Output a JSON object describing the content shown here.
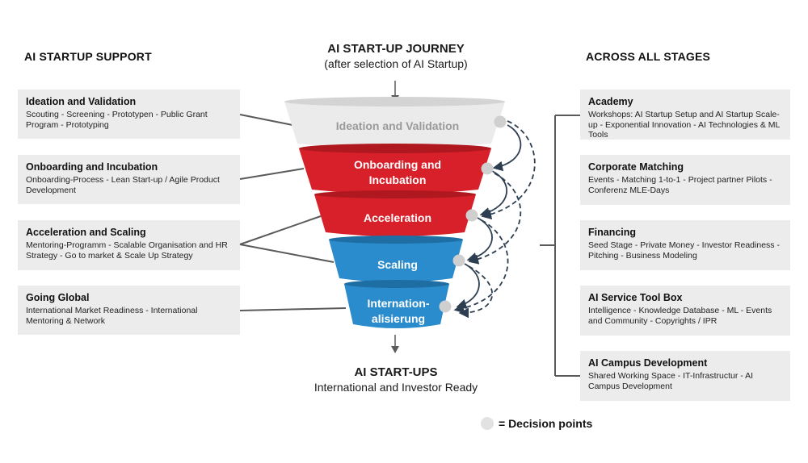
{
  "headings": {
    "left": "AI STARTUP SUPPORT",
    "right": "ACROSS ALL STAGES",
    "journey_title": "AI START-UP JOURNEY",
    "journey_subtitle": "(after selection of AI Startup)",
    "result_title": "AI START-UPS",
    "result_subtitle": "International and Investor Ready"
  },
  "left_boxes": [
    {
      "title": "Ideation and Validation",
      "desc": "Scouting - Screening - Prototypen - Public Grant Program - Prototyping"
    },
    {
      "title": "Onboarding and Incubation",
      "desc": "Onboarding-Process - Lean Start-up / Agile Product Development"
    },
    {
      "title": "Acceleration and Scaling",
      "desc": "Mentoring-Programm - Scalable Organisation and HR Strategy - Go to market & Scale Up Strategy"
    },
    {
      "title": "Going Global",
      "desc": "International Market Readiness - International Mentoring & Network"
    }
  ],
  "right_boxes": [
    {
      "title": "Academy",
      "desc": "Workshops: AI Startup Setup and AI Startup Scale-up - Exponential Innovation - AI Technologies & ML Tools"
    },
    {
      "title": "Corporate Matching",
      "desc": "Events - Matching 1-to-1 - Project partner Pilots - Conferenz MLE-Days"
    },
    {
      "title": "Financing",
      "desc": "Seed Stage - Private Money - Investor Readiness - Pitching - Business Modeling"
    },
    {
      "title": "AI Service Tool Box",
      "desc": "Intelligence - Knowledge Database - ML - Events and Community - Copyrights / IPR"
    },
    {
      "title": "AI Campus Development",
      "desc": "Shared Working Space - IT-Infrastructur - AI Campus Development"
    }
  ],
  "funnel": {
    "stage1_label": "Ideation and Validation",
    "stage2_line1": "Onboarding and",
    "stage2_line2": "Incubation",
    "stage3_label": "Acceleration",
    "stage4_label": "Scaling",
    "stage5_line1": "Internation-",
    "stage5_line2": "alisierung"
  },
  "legend": {
    "label": "= Decision points"
  },
  "colors": {
    "grey": "#ebebeb",
    "red": "#d8202b",
    "blue": "#2a8ccc",
    "dot": "#cfcfcf",
    "line": "#5a5a5a",
    "arrow": "#2c3e50"
  }
}
